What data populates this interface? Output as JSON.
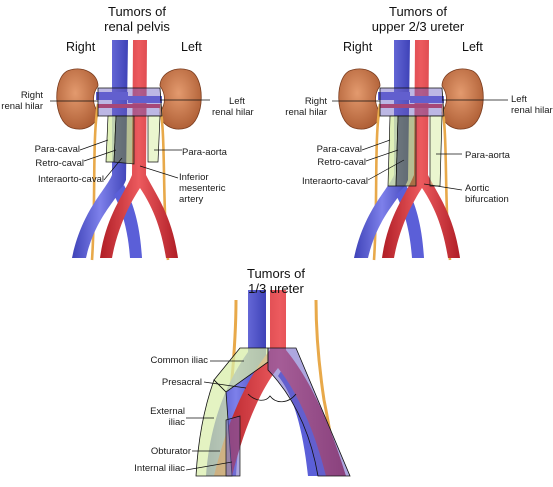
{
  "panels": {
    "renal_pelvis": {
      "title_line1": "Tumors of",
      "title_line2": "renal pelvis",
      "side_right": "Right",
      "side_left": "Left",
      "right_hilar_1": "Right",
      "right_hilar_2": "renal hilar",
      "left_hilar_1": "Left",
      "left_hilar_2": "renal hilar",
      "para_caval": "Para-caval",
      "retro_caval": "Retro-caval",
      "interaorto_caval": "Interaorto-caval",
      "para_aorta": "Para-aorta",
      "ima_1": "Inferior",
      "ima_2": "mesenteric",
      "ima_3": "artery"
    },
    "upper_ureter": {
      "title_line1": "Tumors of",
      "title_line2": "upper 2/3 ureter",
      "side_right": "Right",
      "side_left": "Left",
      "right_hilar_1": "Right",
      "right_hilar_2": "renal hilar",
      "left_hilar_1": "Left",
      "left_hilar_2": "renal hilar",
      "para_caval": "Para-caval",
      "retro_caval": "Retro-caval",
      "interaorto_caval": "Interaorto-caval",
      "para_aorta": "Para-aorta",
      "bif_1": "Aortic",
      "bif_2": "bifurcation"
    },
    "lower_ureter": {
      "title_line1": "Tumors of",
      "title_line2": "1/3 ureter",
      "common_iliac": "Common iliac",
      "presacral": "Presacral",
      "external_1": "External",
      "external_2": "iliac",
      "obturator": "Obturator",
      "internal_iliac": "Internal iliac"
    }
  },
  "colors": {
    "vein": "#5b5fd8",
    "artery": "#d9343a",
    "kidney": "#c9744a",
    "ureter": "#e8a94a",
    "zone_green": "#d8eea8",
    "zone_blue": "#6a5fc4"
  }
}
